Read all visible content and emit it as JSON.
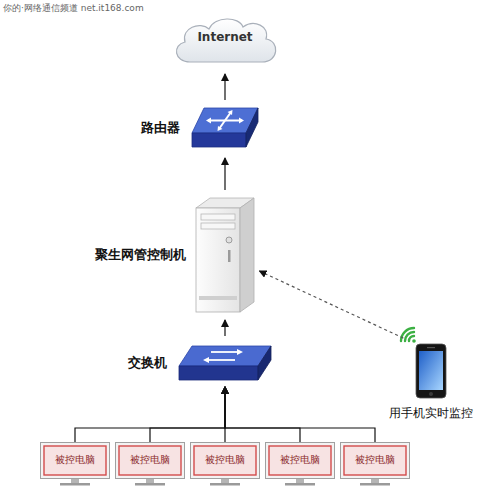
{
  "diagram": {
    "nodes": [
      {
        "text": [
          "Internet"
        ]
      },
      {
        "text": [
          "路由器"
        ]
      },
      {
        "text": [
          "聚生网管控制机"
        ]
      },
      {
        "text": [
          "交换机"
        ]
      },
      {
        "text": [
          "用手机实时监控"
        ]
      },
      {
        "text": [
          "被控电脑"
        ]
      },
      {
        "text": [
          "被控电脑"
        ]
      },
      {
        "text": [
          "被控电脑"
        ]
      },
      {
        "text": [
          "被控电脑"
        ]
      },
      {
        "text": [
          "被控电脑"
        ]
      }
    ],
    "edges": [
      {
        "from": 1,
        "to": 0,
        "arrow": "to"
      },
      {
        "from": 2,
        "to": 1,
        "arrow": "to"
      },
      {
        "from": 3,
        "to": 2,
        "arrow": "to"
      },
      {
        "from": 4,
        "to": 2,
        "arrow": "to"
      },
      {
        "from": 5,
        "to": 3,
        "arrow": "to"
      },
      {
        "from": 6,
        "to": 3,
        "arrow": "to"
      },
      {
        "from": 7,
        "to": 3,
        "arrow": "to"
      },
      {
        "from": 8,
        "to": 3,
        "arrow": "to"
      },
      {
        "from": 9,
        "to": 3,
        "arrow": "to"
      }
    ],
    "labels": [
      "你的·网络通信频道 net.it168.com"
    ]
  }
}
